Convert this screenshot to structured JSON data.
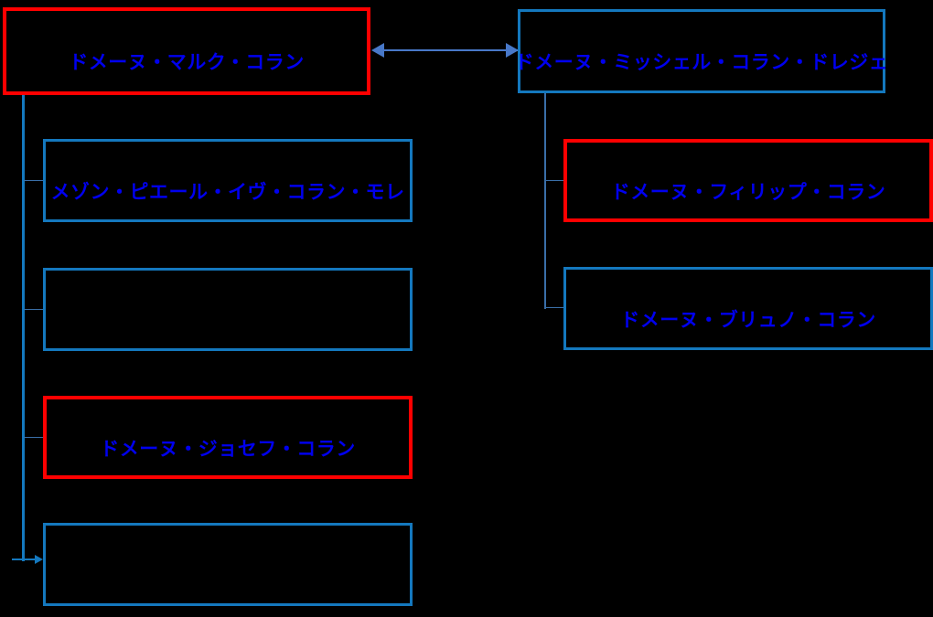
{
  "diagram": {
    "title": "",
    "type": "relationship-tree",
    "background_color": "#000000",
    "colors": {
      "box_blue": "#1478BE",
      "box_red": "#FF0000",
      "text_blue": "#0000EE",
      "connector_blue": "#1478BE",
      "arrow_blue": "#4878C8"
    },
    "nodes": [
      {
        "id": "marc-colin",
        "label": "ドメーヌ・マルク・コラン",
        "border": "red",
        "column": "left",
        "level": "root"
      },
      {
        "id": "michel-colin-deleger",
        "label": "ドメーヌ・ミッシェル・コラン・ドレジェ",
        "border": "blue",
        "column": "right",
        "level": "root"
      },
      {
        "id": "pierre-yves-colin-morey",
        "label": "メゾン・ピエール・イヴ・コラン・モレ",
        "border": "blue",
        "column": "left",
        "level": "child"
      },
      {
        "id": "left-child-2",
        "label": "",
        "border": "blue",
        "column": "left",
        "level": "child"
      },
      {
        "id": "joseph-colin",
        "label": "ドメーヌ・ジョセフ・コラン",
        "border": "red",
        "column": "left",
        "level": "child"
      },
      {
        "id": "left-child-4",
        "label": "",
        "border": "blue",
        "column": "left",
        "level": "child"
      },
      {
        "id": "philippe-colin",
        "label": "ドメーヌ・フィリップ・コラン",
        "border": "red",
        "column": "right",
        "level": "child"
      },
      {
        "id": "bruno-colin",
        "label": "ドメーヌ・ブリュノ・コラン",
        "border": "blue",
        "column": "right",
        "level": "child"
      }
    ],
    "edges": [
      {
        "from": "marc-colin",
        "to": "michel-colin-deleger",
        "style": "double-arrow"
      },
      {
        "from": "marc-colin",
        "to": "pierre-yves-colin-morey",
        "style": "elbow"
      },
      {
        "from": "marc-colin",
        "to": "left-child-2",
        "style": "elbow"
      },
      {
        "from": "marc-colin",
        "to": "joseph-colin",
        "style": "elbow"
      },
      {
        "from": "marc-colin",
        "to": "left-child-4",
        "style": "elbow-arrow"
      },
      {
        "from": "michel-colin-deleger",
        "to": "philippe-colin",
        "style": "elbow"
      },
      {
        "from": "michel-colin-deleger",
        "to": "bruno-colin",
        "style": "elbow"
      }
    ]
  }
}
